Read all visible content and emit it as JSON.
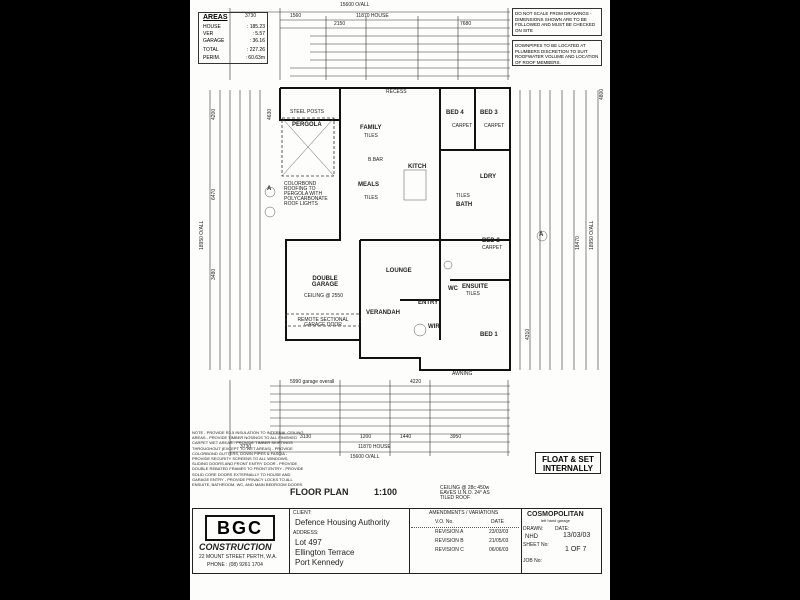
{
  "areas": {
    "title": "AREAS",
    "rows": [
      {
        "label": "HOUSE",
        "value": ": 185.23"
      },
      {
        "label": "VER",
        "value": ": 5.57"
      },
      {
        "label": "GARAGE",
        "value": ": 36.16"
      },
      {
        "label": "TOTAL",
        "value": ": 227.26"
      },
      {
        "label": "PERIM.",
        "value": ": 60.63m"
      }
    ]
  },
  "notes_top": "DO NOT SCALE FROM DRAWINGS - DIMENSIONS SHOWN ARE TO BE FOLLOWED AND MUST BE CHECKED ON SITE",
  "notes_top2": "DOWNPIPES TO BE LOCATED AT PLUMBERS DISCRETION TO SUIT ROOFWATER VOLUME AND LOCATION OF ROOF MEMBERS.",
  "dims": {
    "overall_top": "15600 O/ALL",
    "house_top": "11870 HOUSE",
    "d3730": "3730",
    "d1560": "1560",
    "d2150": "2150",
    "d7680": "7680",
    "overall_bot": "15600 O/ALL",
    "house_bot": "11870 HOUSE",
    "d3130": "3130",
    "d1200": "1200",
    "d1440": "1440",
    "d3950": "3950",
    "garage_overall": "5990 garage overall",
    "d4220": "4220",
    "left_18950": "18950 O/ALL",
    "right_18950": "18950 O/ALL",
    "right_18470": "18470",
    "d4200": "4200",
    "d6470": "6470",
    "d3480": "3480",
    "d4630": "4630",
    "d4800": "4800",
    "d4310": "4310"
  },
  "rooms": {
    "family": "FAMILY",
    "family_sub": "TILES",
    "meals": "MEALS",
    "meals_sub": "TILES",
    "bed4": "BED 4",
    "bed3": "BED 3",
    "bed2": "BED 2",
    "bed1": "BED 1",
    "lounge": "LOUNGE",
    "garage": "DOUBLE\nGARAGE",
    "garage_sub": "CEILING @ 2550",
    "verandah": "VERANDAH",
    "pergola": "PERGOLA",
    "pergola_sub": "STEEL POSTS",
    "ensuite": "ENSUITE",
    "ensuite_sub": "TILES",
    "bath": "BATH",
    "bath_sub": "TILES",
    "entry": "ENTRY",
    "wir": "WIR",
    "wc": "WC",
    "ldry": "LDRY",
    "kitch": "KITCH",
    "carpet": "CARPET",
    "bbar": "B.BAR",
    "recess": "RECESS",
    "awning": "AWNING",
    "colorbond": "COLORBOND ROOFING TO PERGOLA WITH POLYCARBONATE ROOF LIGHTS",
    "remote": "REMOTE SECTIONAL GARAGE DOOR",
    "section_a": "A"
  },
  "notes_bottom": "NOTE - PROVIDE R3.5 INSULATION TO INTERNAL CEILING AREAS - PROVIDE TIMBER NOSINGS TO ALL FINISHED CARPET WET AREAS - PROVIDE TIMBER SKIRTINGS THROUGHOUT (EXCEPT TO WET AREAS) - PROVIDE COLORBOND GUTTERS, DOWN PIPES & FASCIA - PROVIDE SECURITY SCREENS TO ALL WINDOWS, SLIDING DOORS AND FRONT ENTRY DOOR - PROVIDE DOUBLE REBATED FRAMES TO FRONT ENTRY - PROVIDE SOLID CORE DOORS EXTERNALLY TO HOUSE AND GARAGE ENTRY - PROVIDE PRIVACY LOCKS TO ALL ENSUITE, BATHROOM, WC, AND MAIN BEDROOM DOORS",
  "float_note": "FLOAT & SET INTERNALLY",
  "floor_plan_title": "FLOOR PLAN",
  "scale": "1:100",
  "ceiling_note": "CEILING @ 28c 450w EAVES U.N.O. 24° AS TILED ROOF",
  "title_block": {
    "company": "CONSTRUCTION",
    "logo": "BGC",
    "address": "22 MOUNT STREET PERTH, W.A.",
    "phone": "PHONE : (08) 9261 1704",
    "client_label": "CLIENT:",
    "client": "Defence Housing Authority",
    "address_label": "ADDRESS:",
    "lot": "Lot  497",
    "street": "Ellington Terrace",
    "suburb": "Port Kennedy",
    "amend_label": "AMENDMENTS / VARIATIONS",
    "vo_label": "V.O. No.",
    "date_label": "DATE",
    "revisions": [
      {
        "label": "REVISION A",
        "date": "23/03/03"
      },
      {
        "label": "REVISION B",
        "date": "21/05/03"
      },
      {
        "label": "REVISION C",
        "date": "06/06/03"
      }
    ],
    "model": "COSMOPOLITAN",
    "model_sub": "left hand garage",
    "drawn_label": "DRAWN:",
    "drawn": "NHD",
    "date_label2": "DATE:",
    "date": "13/03/03",
    "sheet_label": "SHEET No:",
    "sheet": "1 OF 7",
    "job_label": "JOB No:"
  }
}
